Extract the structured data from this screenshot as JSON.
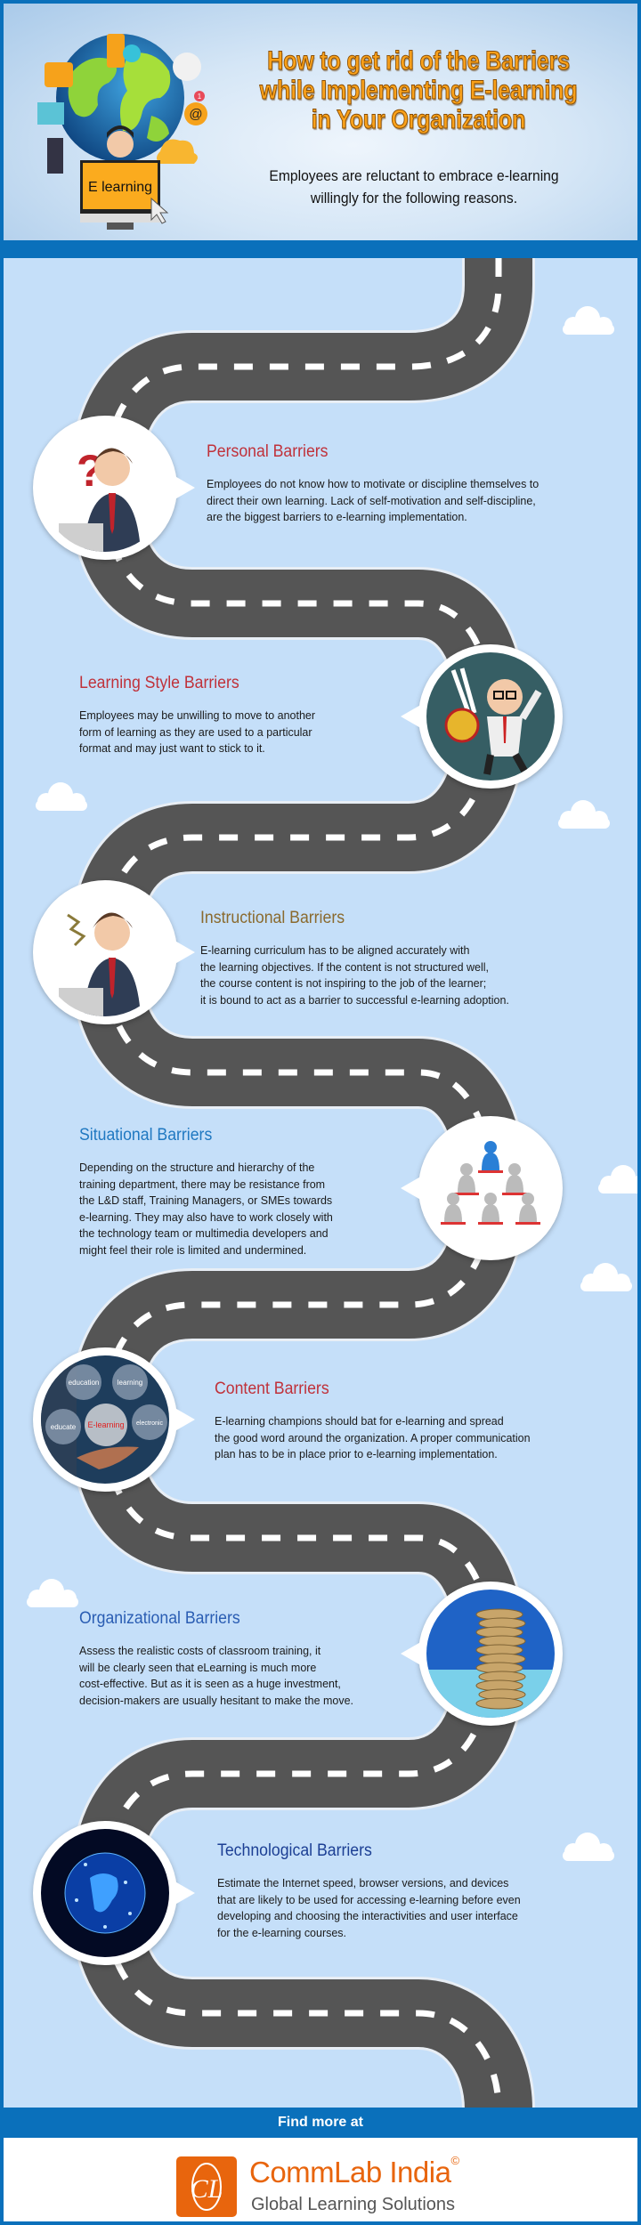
{
  "header": {
    "title_lines": [
      "How to get rid of the Barriers",
      "while Implementing E-learning",
      "in Your Organization"
    ],
    "subtitle_lines": [
      "Employees are reluctant to embrace e-learning",
      "willingly for the following reasons."
    ],
    "monitor_label": "E learning",
    "notification_count": "1",
    "at_symbol": "@"
  },
  "colors": {
    "brand_blue": "#0a70bb",
    "road": "#555555",
    "sky": "#c5dff9",
    "title_orange": "#f9a11b",
    "brand_orange": "#e8650d"
  },
  "barriers": [
    {
      "title": "Personal Barriers",
      "color": "#c0313a",
      "lines": [
        "Employees do not know how to motivate or discipline themselves to",
        "direct their own learning. Lack of self-motivation and self-discipline,",
        "are the biggest barriers to e-learning implementation."
      ],
      "icon": "confused-person-icon"
    },
    {
      "title": "Learning Style Barriers",
      "color": "#c0313a",
      "lines": [
        "Employees may be unwilling to move to another",
        "form of learning as they are used to a particular",
        "format and may just want to stick to it."
      ],
      "icon": "medal-winner-icon"
    },
    {
      "title": "Instructional Barriers",
      "color": "#8a6a2e",
      "lines": [
        "E-learning curriculum has to be aligned accurately with",
        "the learning objectives. If the content is not structured well,",
        "the course content is not inspiring to the job of the learner;",
        "it is bound to act as a barrier to successful e-learning adoption."
      ],
      "icon": "stressed-person-icon"
    },
    {
      "title": "Situational Barriers",
      "color": "#1f78c1",
      "lines": [
        "Depending on the structure and hierarchy of the",
        "training department, there may be resistance from",
        "the L&D staff, Training Managers, or SMEs towards",
        "e-learning. They may also have to work closely with",
        "the technology team or multimedia developers and",
        "might feel their role is limited and undermined."
      ],
      "icon": "hierarchy-icon"
    },
    {
      "title": "Content Barriers",
      "color": "#c0313a",
      "lines": [
        "E-learning champions should bat for e-learning and spread",
        "the good word around the organization. A proper communication",
        "plan has to be in place prior to e-learning implementation."
      ],
      "icon": "elearning-bubbles-icon"
    },
    {
      "title": "Organizational Barriers",
      "color": "#2a5db3",
      "lines": [
        "Assess the realistic costs of classroom training, it",
        "will be clearly seen that eLearning is much more",
        "cost-effective. But as it is seen as a huge investment,",
        "decision-makers are usually hesitant to make the move."
      ],
      "icon": "coin-stack-icon"
    },
    {
      "title": "Technological Barriers",
      "color": "#1c3f94",
      "lines": [
        "Estimate the Internet speed, browser versions, and devices",
        "that are likely to be used for accessing e-learning before even",
        "developing and choosing the interactivities and user interface",
        "for the e-learning courses."
      ],
      "icon": "digital-globe-icon"
    }
  ],
  "content_bubbles": [
    "education",
    "learning",
    "educate",
    "E-learning",
    "electronic"
  ],
  "footer": {
    "find_more": "Find more at",
    "brand": "CommLab India",
    "copyright": "©",
    "tagline": "Global Learning Solutions",
    "logo_letters": "CL"
  }
}
